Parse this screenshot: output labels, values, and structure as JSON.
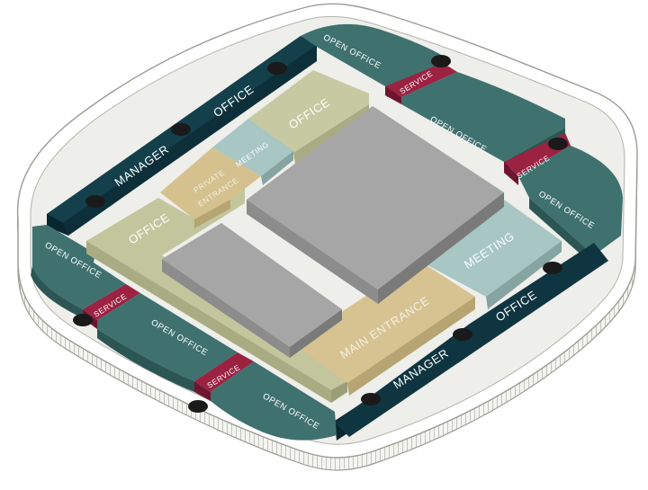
{
  "colors": {
    "open_office": "#3a6b69",
    "manager_office": "#0f3540",
    "service": "#8c1c38",
    "office": "#c4c7a0",
    "meeting": "#a7c6c4",
    "entrance": "#d6c391",
    "core": "#a3a3a3",
    "railing": "#f2f2ee"
  },
  "zones": {
    "open_office_top": "OPEN OFFICE",
    "open_office_right_upper": "OPEN OFFICE",
    "open_office_right_lower": "OPEN OFFICE",
    "open_office_left": "OPEN OFFICE",
    "open_office_bottom_left": "OPEN OFFICE",
    "open_office_bottom": "OPEN OFFICE",
    "manager_office_top_a": "MANAGER",
    "manager_office_top_b": "OFFICE",
    "manager_office_bottom_a": "MANAGER",
    "manager_office_bottom_b": "OFFICE",
    "service_top": "SERVICE",
    "service_right": "SERVICE",
    "service_left": "SERVICE",
    "service_bottom": "SERVICE",
    "office_top": "OFFICE",
    "office_left": "OFFICE",
    "meeting_small": "MEETING",
    "meeting_large": "MEETING",
    "private_entrance_a": "PRIVATE",
    "private_entrance_b": "ENTRANCE",
    "main_entrance": "MAIN ENTRANCE"
  }
}
